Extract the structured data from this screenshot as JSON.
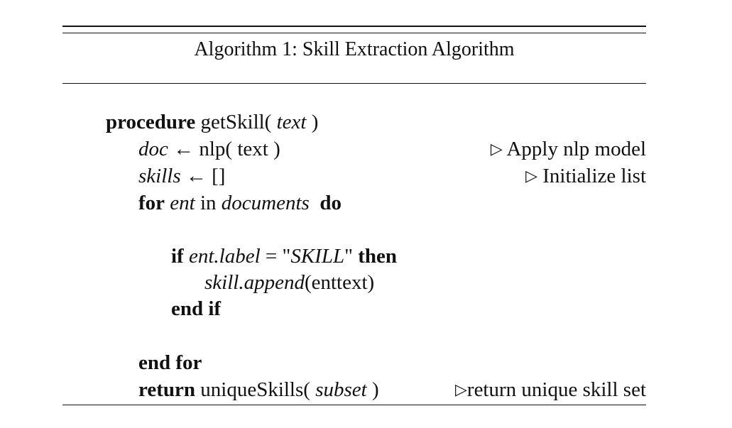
{
  "algorithm": {
    "title": "Algorithm 1: Skill Extraction Algorithm",
    "lines": {
      "procedure": {
        "kw": "procedure",
        "name": "getSkill(",
        "arg": "text",
        "close": ")"
      },
      "doc": {
        "var": "doc",
        "arrow": "←",
        "rest": "nlp( text )"
      },
      "doc_comment": {
        "marker": "▷",
        "text": "Apply nlp model"
      },
      "skills": {
        "var": "skills",
        "arrow": "←",
        "rest": "[]"
      },
      "skills_comment": {
        "marker": "▷",
        "text": "Initialize list"
      },
      "for": {
        "kw": "for",
        "var": "ent",
        "in": "in",
        "coll": "documents",
        "do": "do"
      },
      "if": {
        "kw": "if",
        "expr": "ent.label",
        "eq": "=",
        "quote_open": "\"",
        "value": "SKILL",
        "quote_close": "\"",
        "then": "then"
      },
      "append": {
        "call": "skill.append",
        "arg": "(enttext)"
      },
      "endif": {
        "kw": "end if"
      },
      "endfor": {
        "kw": "end for"
      },
      "return": {
        "kw": "return",
        "name": "uniqueSkills(",
        "arg": "subset",
        "close": ")"
      },
      "return_comment": {
        "marker": "▷",
        "text": "return unique skill set"
      }
    }
  }
}
